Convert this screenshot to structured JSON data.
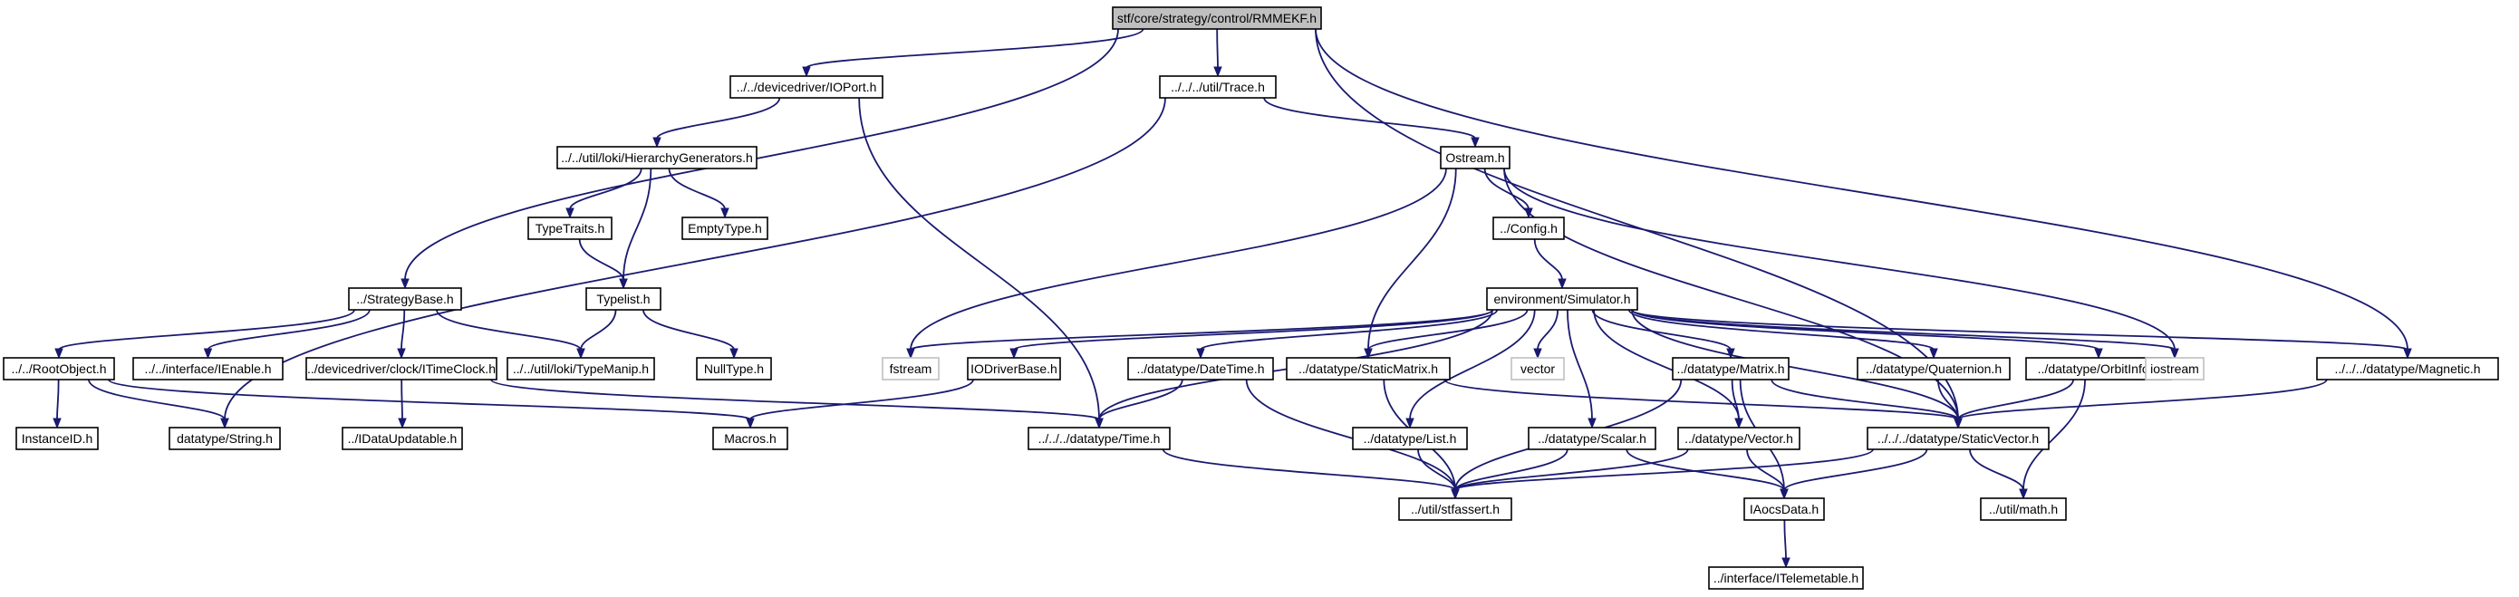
{
  "nodes": [
    {
      "id": "root",
      "label": "stf/core/strategy/control/RMMEKF.h",
      "kind": "root"
    },
    {
      "id": "ioport",
      "label": "../../devicedriver/IOPort.h"
    },
    {
      "id": "trace",
      "label": "../../../util/Trace.h"
    },
    {
      "id": "hiergen",
      "label": "../../util/loki/HierarchyGenerators.h"
    },
    {
      "id": "ostream",
      "label": "Ostream.h"
    },
    {
      "id": "typetraits",
      "label": "TypeTraits.h"
    },
    {
      "id": "emptytype",
      "label": "EmptyType.h"
    },
    {
      "id": "config",
      "label": "../Config.h"
    },
    {
      "id": "strategybase",
      "label": "../StrategyBase.h"
    },
    {
      "id": "typelist",
      "label": "Typelist.h"
    },
    {
      "id": "simulator",
      "label": "environment/Simulator.h"
    },
    {
      "id": "rootobject",
      "label": "../../RootObject.h"
    },
    {
      "id": "ienable",
      "label": "../../interface/IEnable.h"
    },
    {
      "id": "itimeclock",
      "label": "../devicedriver/clock/ITimeClock.h"
    },
    {
      "id": "typemanip",
      "label": "../../util/loki/TypeManip.h"
    },
    {
      "id": "nulltype",
      "label": "NullType.h"
    },
    {
      "id": "fstream",
      "label": "fstream",
      "kind": "ext"
    },
    {
      "id": "iodriverbase",
      "label": "IODriverBase.h"
    },
    {
      "id": "datetime",
      "label": "../datatype/DateTime.h"
    },
    {
      "id": "staticmatrix",
      "label": "../datatype/StaticMatrix.h"
    },
    {
      "id": "vector",
      "label": "vector",
      "kind": "ext"
    },
    {
      "id": "matrix",
      "label": "../datatype/Matrix.h"
    },
    {
      "id": "quaternion",
      "label": "../datatype/Quaternion.h"
    },
    {
      "id": "orbitinfo",
      "label": "../datatype/OrbitInfo.h"
    },
    {
      "id": "iostream",
      "label": "iostream",
      "kind": "ext"
    },
    {
      "id": "magnetic",
      "label": "../../../datatype/Magnetic.h"
    },
    {
      "id": "instanceid",
      "label": "InstanceID.h"
    },
    {
      "id": "string",
      "label": "datatype/String.h"
    },
    {
      "id": "idataupdatable",
      "label": "../IDataUpdatable.h"
    },
    {
      "id": "macros",
      "label": "Macros.h"
    },
    {
      "id": "time",
      "label": "../../../datatype/Time.h"
    },
    {
      "id": "list",
      "label": "../datatype/List.h"
    },
    {
      "id": "scalar",
      "label": "../datatype/Scalar.h"
    },
    {
      "id": "vectorh",
      "label": "../datatype/Vector.h"
    },
    {
      "id": "staticvector",
      "label": "../../../datatype/StaticVector.h"
    },
    {
      "id": "stfassert",
      "label": "../util/stfassert.h"
    },
    {
      "id": "iaocsdata",
      "label": "IAocsData.h"
    },
    {
      "id": "math",
      "label": "../util/math.h"
    },
    {
      "id": "itelemetable",
      "label": "../interface/ITelemetable.h"
    }
  ],
  "edges": [
    [
      "root",
      "ioport"
    ],
    [
      "root",
      "trace"
    ],
    [
      "root",
      "strategybase"
    ],
    [
      "root",
      "magnetic"
    ],
    [
      "root",
      "staticvector"
    ],
    [
      "ioport",
      "hiergen"
    ],
    [
      "ioport",
      "time"
    ],
    [
      "trace",
      "ostream"
    ],
    [
      "trace",
      "string"
    ],
    [
      "hiergen",
      "typetraits"
    ],
    [
      "hiergen",
      "emptytype"
    ],
    [
      "hiergen",
      "typelist"
    ],
    [
      "typetraits",
      "typelist"
    ],
    [
      "typelist",
      "typemanip"
    ],
    [
      "typelist",
      "nulltype"
    ],
    [
      "strategybase",
      "rootobject"
    ],
    [
      "strategybase",
      "ienable"
    ],
    [
      "strategybase",
      "itimeclock"
    ],
    [
      "strategybase",
      "typemanip"
    ],
    [
      "rootobject",
      "instanceid"
    ],
    [
      "rootobject",
      "string"
    ],
    [
      "rootobject",
      "macros"
    ],
    [
      "itimeclock",
      "idataupdatable"
    ],
    [
      "itimeclock",
      "time"
    ],
    [
      "ostream",
      "config"
    ],
    [
      "ostream",
      "fstream"
    ],
    [
      "ostream",
      "iostream"
    ],
    [
      "ostream",
      "staticmatrix"
    ],
    [
      "ostream",
      "staticvector"
    ],
    [
      "config",
      "simulator"
    ],
    [
      "simulator",
      "fstream"
    ],
    [
      "simulator",
      "iodriverbase"
    ],
    [
      "simulator",
      "datetime"
    ],
    [
      "simulator",
      "staticmatrix"
    ],
    [
      "simulator",
      "vector"
    ],
    [
      "simulator",
      "list"
    ],
    [
      "simulator",
      "scalar"
    ],
    [
      "simulator",
      "vectorh"
    ],
    [
      "simulator",
      "matrix"
    ],
    [
      "simulator",
      "quaternion"
    ],
    [
      "simulator",
      "orbitinfo"
    ],
    [
      "simulator",
      "iostream"
    ],
    [
      "simulator",
      "magnetic"
    ],
    [
      "simulator",
      "time"
    ],
    [
      "simulator",
      "staticvector"
    ],
    [
      "iodriverbase",
      "macros"
    ],
    [
      "datetime",
      "time"
    ],
    [
      "datetime",
      "stfassert"
    ],
    [
      "time",
      "stfassert"
    ],
    [
      "staticmatrix",
      "stfassert"
    ],
    [
      "staticmatrix",
      "staticvector"
    ],
    [
      "list",
      "stfassert"
    ],
    [
      "scalar",
      "stfassert"
    ],
    [
      "scalar",
      "iaocsdata"
    ],
    [
      "matrix",
      "vectorh"
    ],
    [
      "matrix",
      "stfassert"
    ],
    [
      "matrix",
      "iaocsdata"
    ],
    [
      "matrix",
      "staticvector"
    ],
    [
      "vectorh",
      "stfassert"
    ],
    [
      "vectorh",
      "iaocsdata"
    ],
    [
      "quaternion",
      "staticvector"
    ],
    [
      "orbitinfo",
      "staticvector"
    ],
    [
      "orbitinfo",
      "math"
    ],
    [
      "magnetic",
      "staticvector"
    ],
    [
      "staticvector",
      "stfassert"
    ],
    [
      "staticvector",
      "iaocsdata"
    ],
    [
      "staticvector",
      "math"
    ],
    [
      "iaocsdata",
      "itelemetable"
    ]
  ],
  "colors": {
    "edge": "#191970",
    "root_fill": "#bfbfbf",
    "ext_border": "#bfbfbf",
    "node_border": "#000000"
  }
}
